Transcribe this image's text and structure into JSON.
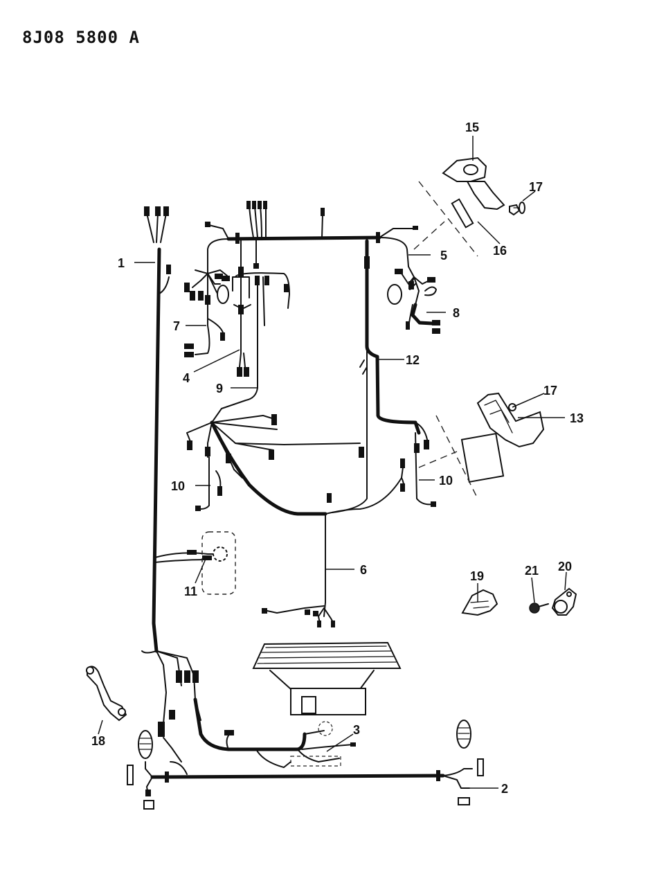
{
  "document_id": "8J08 5800 A",
  "callouts": [
    "1",
    "2",
    "3",
    "4",
    "5",
    "6",
    "7",
    "8",
    "9",
    "10",
    "10",
    "11",
    "12",
    "13",
    "15",
    "16",
    "17",
    "17",
    "18",
    "19",
    "20",
    "21"
  ]
}
